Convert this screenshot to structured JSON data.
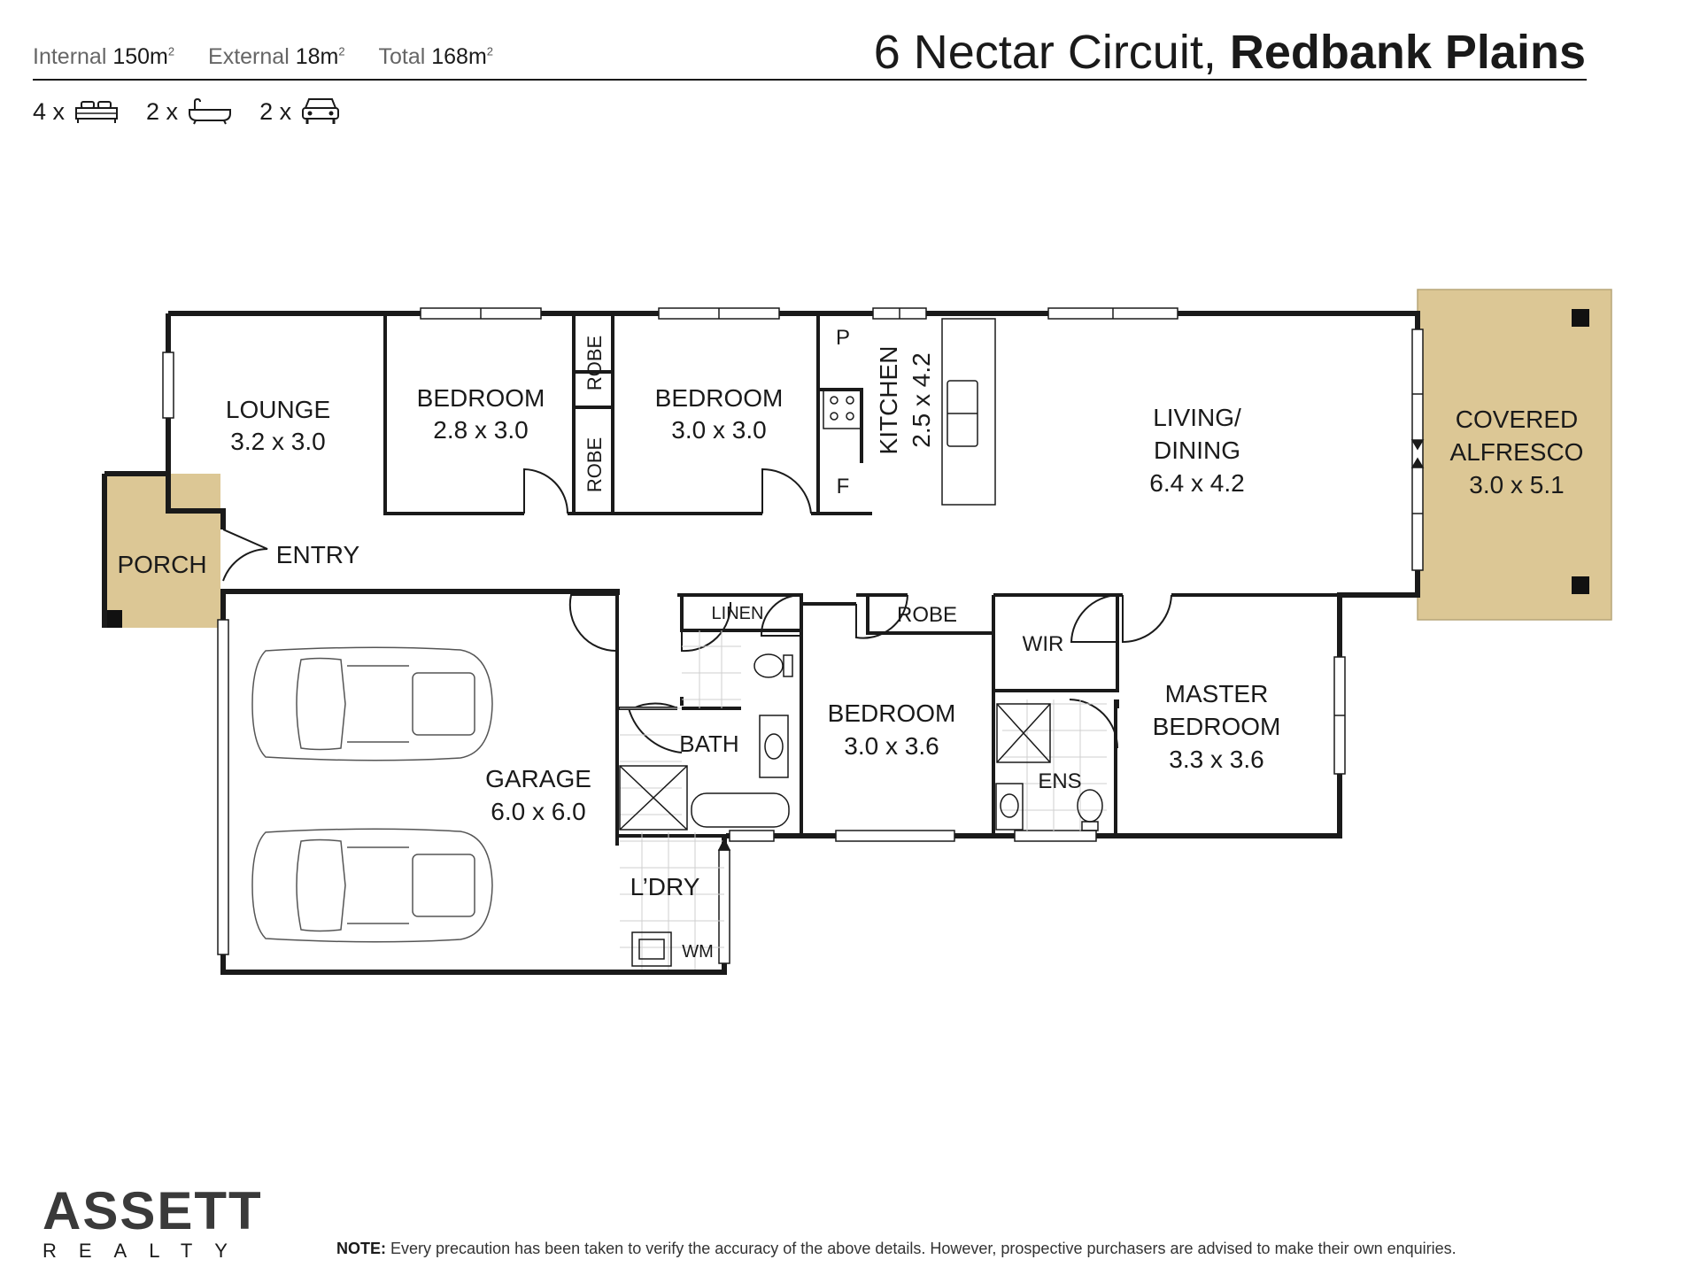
{
  "header": {
    "internal_label": "Internal",
    "internal_value": "150m",
    "external_label": "External",
    "external_value": "18m",
    "total_label": "Total",
    "total_value": "168m",
    "area_superscript": "2",
    "address_street": "6 Nectar Circuit,",
    "address_suburb": "Redbank Plains"
  },
  "counts": {
    "bedrooms": "4 x",
    "bathrooms": "2 x",
    "car_spaces": "2 x",
    "icons": [
      "bed-icon",
      "bath-icon",
      "car-icon"
    ]
  },
  "rooms": {
    "lounge": {
      "name": "LOUNGE",
      "size": "3.2 x 3.0"
    },
    "bedroom2": {
      "name": "BEDROOM",
      "size": "2.8 x 3.0"
    },
    "bedroom3": {
      "name": "BEDROOM",
      "size": "3.0 x 3.0"
    },
    "kitchen": {
      "name": "KITCHEN",
      "size": "2.5 x 4.2"
    },
    "living": {
      "name": "LIVING/",
      "name2": "DINING",
      "size": "6.4 x 4.2"
    },
    "alfresco": {
      "name": "COVERED",
      "name2": "ALFRESCO",
      "size": "3.0 x 5.1"
    },
    "porch": {
      "name": "PORCH"
    },
    "entry": {
      "name": "ENTRY"
    },
    "garage": {
      "name": "GARAGE",
      "size": "6.0 x 6.0"
    },
    "bath": {
      "name": "BATH"
    },
    "linen": {
      "name": "LINEN"
    },
    "bedroom4": {
      "name": "BEDROOM",
      "size": "3.0 x 3.6"
    },
    "robe_b4": {
      "name": "ROBE"
    },
    "wir": {
      "name": "WIR"
    },
    "ens": {
      "name": "ENS"
    },
    "master": {
      "name": "MASTER",
      "name2": "BEDROOM",
      "size": "3.3 x 3.6"
    },
    "laundry": {
      "name": "L’DRY"
    },
    "wm": {
      "name": "WM"
    },
    "robe1": {
      "name": "ROBE"
    },
    "robe2": {
      "name": "ROBE"
    },
    "pantry": {
      "name": "P"
    },
    "fridge": {
      "name": "F"
    }
  },
  "colors": {
    "outdoor_fill": "#dcc795",
    "wall": "#1a1a1a"
  },
  "logo": {
    "word": "ASSETT",
    "sub": "REALTY"
  },
  "note": {
    "label": "NOTE:",
    "text": "Every precaution has been taken to verify the accuracy of the above details. However, prospective purchasers are advised to make their own enquiries."
  }
}
